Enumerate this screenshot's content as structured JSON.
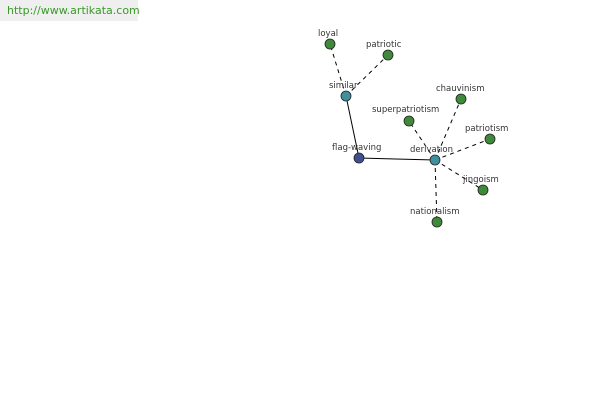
{
  "header": {
    "source_url": "http://www.artikata.com"
  },
  "colors": {
    "center": "#3f4f8f",
    "relation": "#3f8f9c",
    "leaf": "#3f8a3a",
    "edge": "#000000"
  },
  "graph": {
    "nodes": [
      {
        "id": "flag-waving",
        "label": "flag-waving",
        "kind": "center"
      },
      {
        "id": "similar",
        "label": "similar",
        "kind": "relation"
      },
      {
        "id": "derivation",
        "label": "derivation",
        "kind": "relation"
      },
      {
        "id": "loyal",
        "label": "loyal",
        "kind": "leaf"
      },
      {
        "id": "patriotic",
        "label": "patriotic",
        "kind": "leaf"
      },
      {
        "id": "superpatriotism",
        "label": "superpatriotism",
        "kind": "leaf"
      },
      {
        "id": "chauvinism",
        "label": "chauvinism",
        "kind": "leaf"
      },
      {
        "id": "patriotism",
        "label": "patriotism",
        "kind": "leaf"
      },
      {
        "id": "jingoism",
        "label": "jingoism",
        "kind": "leaf"
      },
      {
        "id": "nationalism",
        "label": "nationalism",
        "kind": "leaf"
      }
    ],
    "edges": [
      {
        "from": "flag-waving",
        "to": "similar",
        "style": "solid"
      },
      {
        "from": "flag-waving",
        "to": "derivation",
        "style": "solid"
      },
      {
        "from": "similar",
        "to": "loyal",
        "style": "dashed"
      },
      {
        "from": "similar",
        "to": "patriotic",
        "style": "dashed"
      },
      {
        "from": "derivation",
        "to": "superpatriotism",
        "style": "dashed"
      },
      {
        "from": "derivation",
        "to": "chauvinism",
        "style": "dashed"
      },
      {
        "from": "derivation",
        "to": "patriotism",
        "style": "dashed"
      },
      {
        "from": "derivation",
        "to": "jingoism",
        "style": "dashed"
      },
      {
        "from": "derivation",
        "to": "nationalism",
        "style": "dashed"
      }
    ]
  }
}
